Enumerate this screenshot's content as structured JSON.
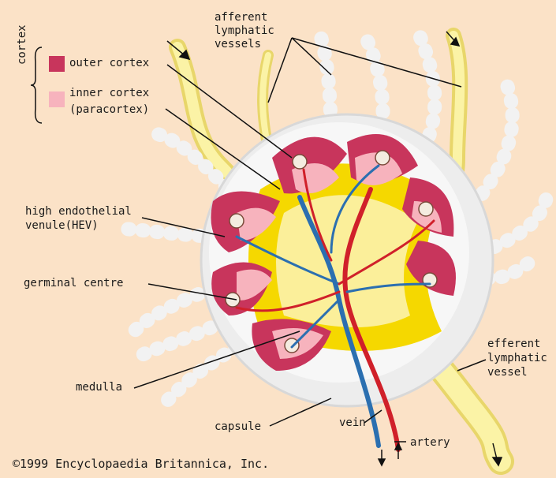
{
  "legend": {
    "group_label": "cortex",
    "items": [
      {
        "label": "outer cortex",
        "color": "#c8355c"
      },
      {
        "label_line1": "inner cortex",
        "label_line2": "(paracortex)",
        "color": "#f7b3bd"
      }
    ]
  },
  "labels": {
    "afferent_1": "afferent",
    "afferent_2": "lymphatic",
    "afferent_3": "vessels",
    "hev_1": "high endothelial",
    "hev_2": "venule(HEV)",
    "germinal": "germinal centre",
    "medulla": "medulla",
    "capsule": "capsule",
    "vein": "vein",
    "artery": "artery",
    "efferent_1": "efferent",
    "efferent_2": "lymphatic",
    "efferent_3": "vessel"
  },
  "copyright": "©1999 Encyclopaedia Britannica, Inc.",
  "colors": {
    "background": "#fbe2c7",
    "capsule": "#eeeeee",
    "lymph": "#f8f2a0",
    "sinus_yellow": "#f5d800",
    "outer_cortex": "#c8355c",
    "inner_cortex": "#f7b3bd",
    "vein": "#2b6fb0",
    "artery": "#d0202a"
  }
}
